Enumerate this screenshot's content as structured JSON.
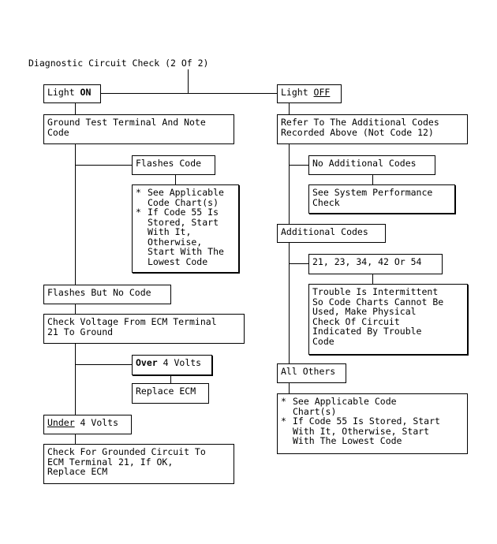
{
  "title": "Diagnostic Circuit Check (2 Of 2)",
  "left": {
    "light_on": {
      "prefix": "Light ",
      "emph": "ON"
    },
    "ground_test": [
      "Ground Test Terminal And Note",
      "Code"
    ],
    "flashes_code": "Flashes Code",
    "flashes_code_notes": [
      {
        "bullet": "*",
        "lines": [
          "See Applicable",
          "Code Chart(s)"
        ]
      },
      {
        "bullet": "*",
        "lines": [
          "If Code 55 Is",
          "Stored, Start",
          "With It,",
          "Otherwise,",
          "Start With The",
          "Lowest Code"
        ]
      }
    ],
    "flashes_no_code": "Flashes But No Code",
    "check_voltage": [
      "Check Voltage From ECM Terminal",
      "21 To Ground"
    ],
    "over_4v": {
      "emph": "Over",
      "suffix": " 4 Volts"
    },
    "replace_ecm": "Replace ECM",
    "under_4v": {
      "emph": "Under",
      "suffix": " 4 Volts"
    },
    "check_grounded": [
      "Check For Grounded Circuit To",
      "ECM Terminal 21, If OK,",
      "Replace ECM"
    ]
  },
  "right": {
    "light_off": {
      "prefix": "Light ",
      "emph": "OFF"
    },
    "refer": [
      "Refer To The Additional Codes",
      "Recorded Above (Not Code 12)"
    ],
    "no_additional": "No Additional Codes",
    "see_system": [
      "See System Performance",
      "Check"
    ],
    "additional": "Additional Codes",
    "codes_list": "21, 23, 34, 42 Or 54",
    "intermittent": [
      "Trouble Is Intermittent",
      "So Code Charts Cannot Be",
      "Used, Make Physical",
      "Check Of Circuit",
      "Indicated By Trouble",
      "Code"
    ],
    "all_others": "All Others",
    "all_others_notes": [
      {
        "bullet": "*",
        "lines": [
          "See Applicable Code",
          "Chart(s)"
        ]
      },
      {
        "bullet": "*",
        "lines": [
          "If Code 55 Is Stored, Start",
          "With It, Otherwise, Start",
          "With The Lowest Code"
        ]
      }
    ]
  }
}
